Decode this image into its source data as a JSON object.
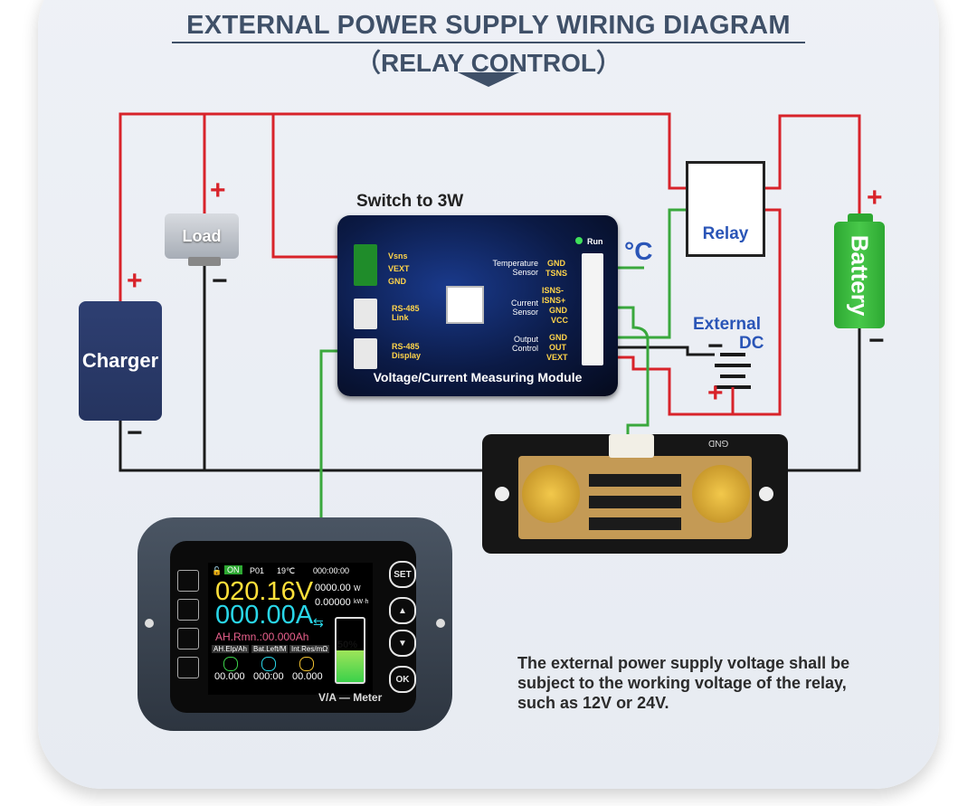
{
  "header": {
    "title": "EXTERNAL POWER SUPPLY WIRING DIAGRAM",
    "subtitle": "（RELAY CONTROL）"
  },
  "components": {
    "charger": "Charger",
    "load": "Load",
    "battery": "Battery",
    "relay": "Relay",
    "external_dc_line1": "External",
    "external_dc_line2": "DC",
    "switch_note": "Switch to 3W",
    "temperature_unit": "°C"
  },
  "module": {
    "title": "Voltage/Current Measuring Module",
    "run": "Run",
    "left_pins": [
      "Vsns",
      "VEXT",
      "GND"
    ],
    "rs485_link": "RS-485 Link",
    "rs485_display": "RS-485 Display",
    "temp_sensor": "Temperature Sensor",
    "temp_pins": [
      "GND",
      "TSNS"
    ],
    "current_sensor": "Current Sensor",
    "current_pins": [
      "ISNS-",
      "ISNS+",
      "GND",
      "VCC"
    ],
    "output_control": "Output Control",
    "output_pins": [
      "GND",
      "OUT",
      "VEXT"
    ]
  },
  "shunt": {
    "gnd": "GND"
  },
  "meter": {
    "on": "ON",
    "p01": "P01",
    "temp": "19℃",
    "clock": "000:00:00",
    "voltage": "020.16V",
    "current": "000.00A",
    "power": "0000.00",
    "power_unit": "W",
    "energy": "0.00000",
    "energy_unit": "kW·h",
    "ah_remaining": "AH.Rmn.:00.000Ah",
    "battery_pct": "50%",
    "col1": "AH.Elp/Ah",
    "col2": "Bat.Left/M",
    "col3": "Int.Res/mΩ",
    "v1": "00.000",
    "v2": "000:00",
    "v3": "00.000",
    "brand": "V/A — Meter",
    "buttons": [
      "SET",
      "▲",
      "▼",
      "OK"
    ]
  },
  "note": "The external power supply voltage shall be subject to the working voltage of the relay, such as 12V or 24V.",
  "colors": {
    "positive_wire": "#d8232a",
    "negative_wire": "#1a1a1a",
    "signal_wire": "#3aa83d",
    "title": "#3f5068"
  }
}
